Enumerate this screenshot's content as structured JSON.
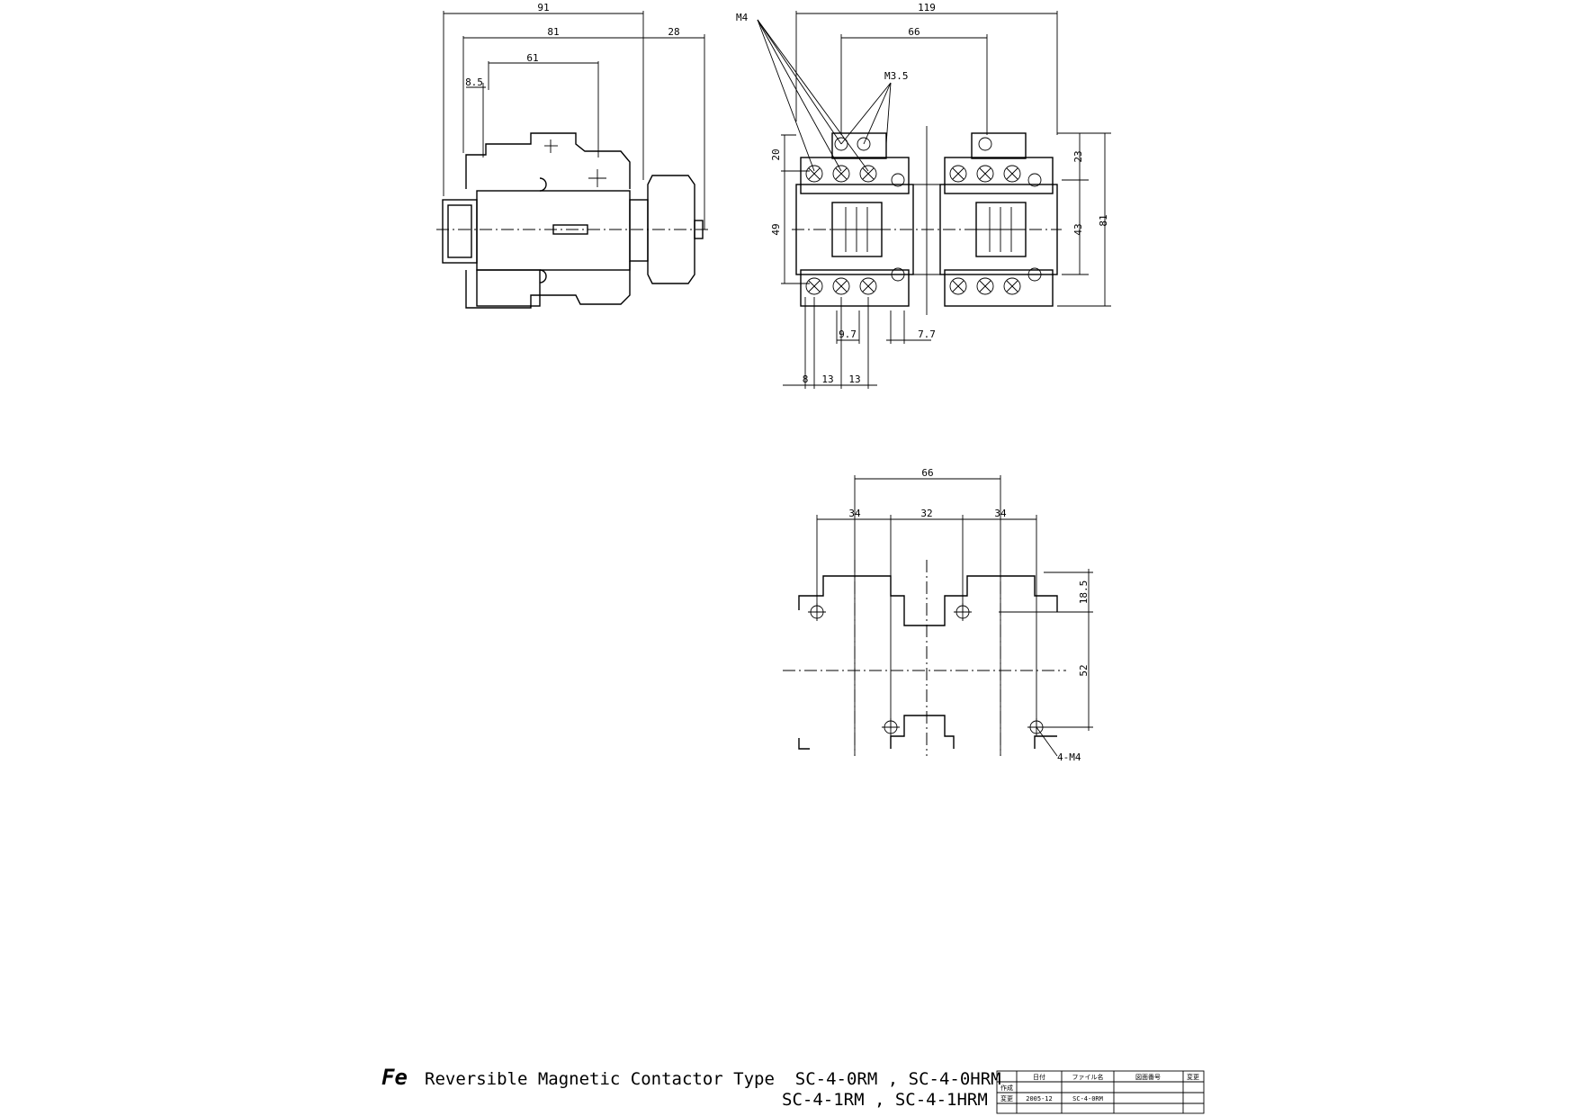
{
  "side_view": {
    "dims": {
      "d91": "91",
      "d81": "81",
      "d61": "61",
      "d85": "8.5",
      "d28": "28"
    }
  },
  "front_view": {
    "dims": {
      "d119": "119",
      "d66": "66",
      "d20": "20",
      "d49": "49",
      "d23": "23",
      "d81": "81",
      "d43": "43",
      "d97": "9.7",
      "d77": "7.7",
      "d8": "8",
      "d13a": "13",
      "d13b": "13"
    },
    "labels": {
      "m4": "M4",
      "m35": "M3.5"
    }
  },
  "mount_view": {
    "dims": {
      "d66": "66",
      "d34a": "34",
      "d32": "32",
      "d34b": "34",
      "d185": "18.5",
      "d52": "52"
    },
    "labels": {
      "holes": "4-M4"
    }
  },
  "title_block": {
    "logo": "Fe",
    "line1": "Reversible Magnetic Contactor Type  SC-4-0RM , SC-4-0HRM",
    "line2": "SC-4-1RM , SC-4-1HRM",
    "table": {
      "headers": [
        "日付",
        "ファイル名",
        "図面番号",
        "変更"
      ],
      "row1_label": "作成",
      "row2_label": "変更",
      "date": "2005-12",
      "file": "SC-4-0RM"
    }
  }
}
